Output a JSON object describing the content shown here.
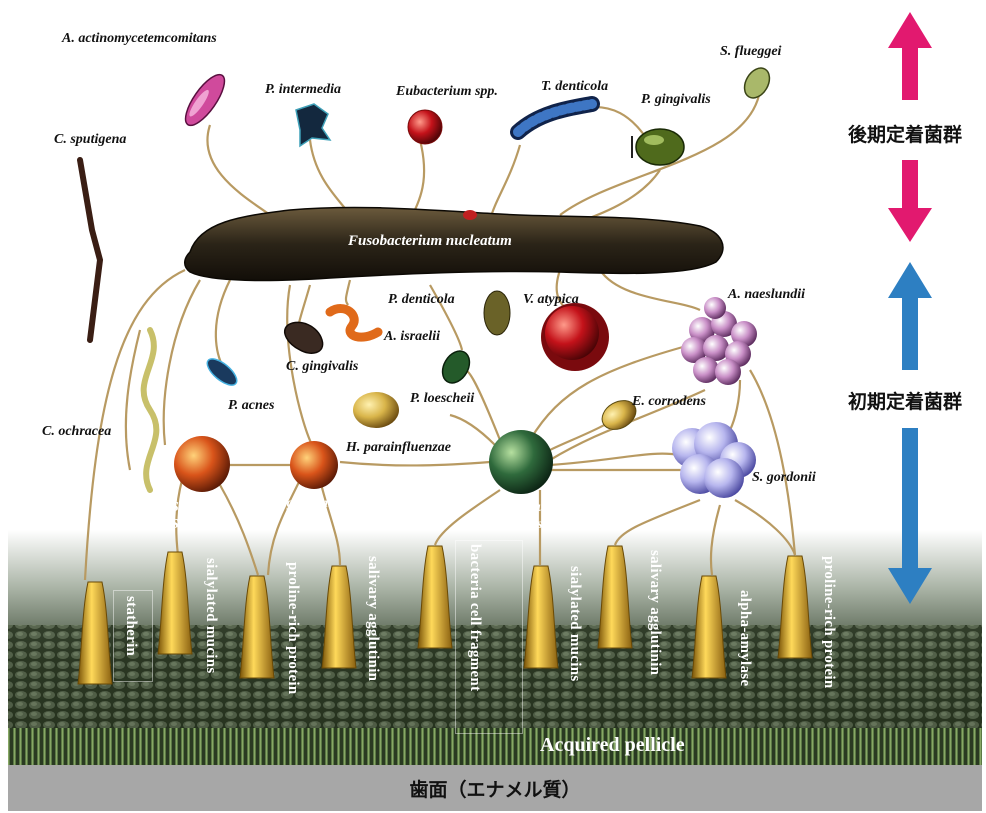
{
  "late_colonizers": {
    "heading": "後期定着菌群",
    "species": {
      "a_actinomycetemcomitans": "A. actinomycetemcomitans",
      "c_sputigena": "C. sputigena",
      "p_intermedia": "P. intermedia",
      "eubacterium": "Eubacterium spp.",
      "t_denticola": "T. denticola",
      "p_gingivalis": "P. gingivalis",
      "s_flueggei": "S. flueggei"
    }
  },
  "bridge": {
    "f_nucleatum": "Fusobacterium nucleatum"
  },
  "early_colonizers": {
    "heading": "初期定着菌群",
    "species": {
      "p_denticola": "P. denticola",
      "v_atypica": "V. atypica",
      "a_naeslundii": "A. naeslundii",
      "a_israelii": "A. israelii",
      "c_gingivalis": "C. gingivalis",
      "p_loescheii": "P. loescheii",
      "p_acnes": "P. acnes",
      "e_corrodens": "E. corrodens",
      "c_ochracea": "C. ochracea",
      "h_parainfluenzae": "H. parainfluenzae",
      "s_gordonii_right": "S. gordonii",
      "s_mitis": "S. mitis",
      "s_oralis_left": "S. oralis",
      "s_gordonii_center": "S. gordonii",
      "s_sanguinis": "S. sanguinis",
      "s_oralis_center": "S. oralis"
    }
  },
  "receptors": [
    "statherin",
    "sialylated mucins",
    "proline-rich protein",
    "salivary agglutinin",
    "bacteria cell fragment",
    "sialylated mucins",
    "salivary agglutinin",
    "alpha-amylase",
    "proline-rich protein"
  ],
  "pellicle_label": "Acquired pellicle",
  "tooth_surface_label": "歯面（エナメル質）",
  "colors": {
    "late_arrow": "#e2196f",
    "early_arrow": "#2d7fc2",
    "fusobacterium": "#2b2418",
    "strand": "#b89a62",
    "receptor": "#e0ad2a"
  }
}
